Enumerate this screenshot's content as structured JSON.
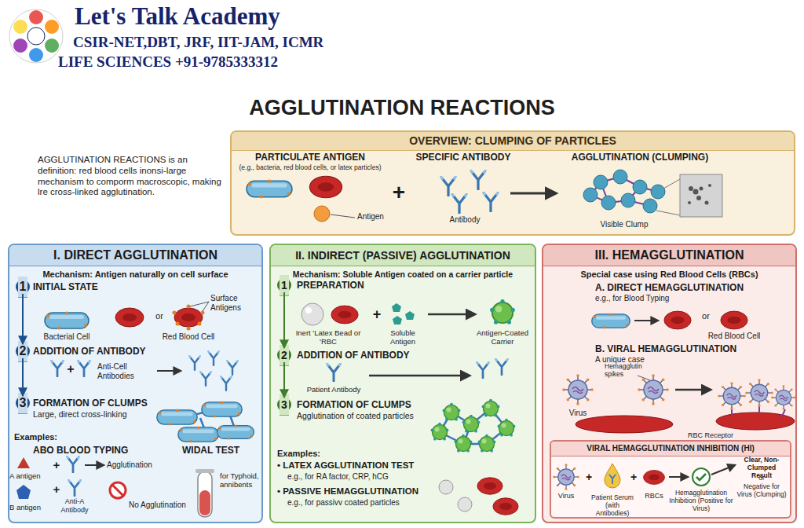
{
  "diagram": {
    "title": "AGGLUTINATION REACTIONS",
    "nodes": [
      {
        "text": [
          "OVERVIEW: CLUMPING OF PARTICLES"
        ]
      },
      {
        "text": [
          "I. DIRECT AGGLUTINATION",
          "Mechanism: Antigen naturally on cell surface"
        ]
      },
      {
        "text": [
          "1"
        ],
        "in": 1
      },
      {
        "text": [
          "2"
        ],
        "in": 1
      },
      {
        "text": [
          "3"
        ],
        "in": 1
      },
      {
        "text": [
          "II. INDIRECT (PASSIVE) AGGLUTINATION",
          "Mechanism: Soluble Antigen coated on a carrier particle"
        ]
      },
      {
        "text": [
          "1"
        ],
        "in": 5
      },
      {
        "text": [
          "2"
        ],
        "in": 5
      },
      {
        "text": [
          "3"
        ],
        "in": 5
      },
      {
        "text": [
          "III. HEMAGGLUTINATION",
          "Special case using Red Blood Cells (RBCs)"
        ]
      },
      {
        "text": [
          "VIRAL HEMAGGLUTINATION INHIBITION (HI)"
        ],
        "in": 9
      }
    ],
    "edges": [
      {
        "from": 2,
        "to": 3,
        "arrow": "to"
      },
      {
        "from": 3,
        "to": 4,
        "arrow": "to"
      },
      {
        "from": 6,
        "to": 7,
        "arrow": "to"
      },
      {
        "from": 7,
        "to": 8,
        "arrow": "to"
      }
    ],
    "labels": [
      "Let's Talk Academy",
      "CSIR-NET,DBT, JRF, IIT-JAM, ICMR",
      "LIFE SCIENCES +91-9785333312",
      "AGGLUTINATION REACTIONS is an definition: red blood cells inonsi-large mechanism to comporm macroscopic, making lre cross-linked agglutination.",
      "PARTICULATE ANTIGEN",
      "(e.g., bacteria, red blood cells, or latex particles)",
      "Antigen",
      "+",
      "SPECIFIC ANTIBODY",
      "Antibody",
      "AGGLUTINATION (CLUMPING)",
      "Visible Clump",
      "INITIAL STATE",
      "Surface Antigens",
      "Bacterial Cell",
      "or",
      "Red Blood Cell",
      "ADDITION OF ANTIBODY",
      "+",
      "Anti-Cell Antibodies",
      "FORMATION OF CLUMPS",
      "Large, direct cross-linking",
      "Examples:",
      "ABO BLOOD TYPING",
      "A antigen",
      "+",
      "Agglutination",
      "B antigen",
      "+",
      "Anti-A Antibody",
      "No Agglutination",
      "WIDAL TEST",
      "for Typhoid, annibents",
      "PREPARATION",
      "Inert 'Latex Bead or 'RBC",
      "+",
      "Soluble Antigen",
      "Antigen-Coated Carrier",
      "ADDITION OF ANTIBODY",
      "Patient Antibody",
      "FORMATION OF CLUMPS",
      "Agglutination of coated particles",
      "Examples:",
      "• LATEX AGGLUTINATION TEST",
      "e.g., for RA factor, CRP, hCG",
      "• PASSIVE HEMAGGLUTINATION",
      "e.g., for passivv coated particles",
      "A. DIRECT HEMAGGLUTINATION",
      "e.g., for Blood Typing",
      "or",
      "Red Blood Cell",
      "B. VIRAL HEMAGGLUTINATION",
      "A unique case",
      "Hemagglutin spikes",
      "Virus",
      "RBC Receptor",
      "Virus",
      "+",
      "Patient Serum (with Antibodies)",
      "+",
      "RBCs",
      "Hemagglutination Inhibition (Positive for Virus)",
      "Clear, Non-Clumped Result",
      "or",
      "Negative for Virus (Clumping)"
    ]
  }
}
